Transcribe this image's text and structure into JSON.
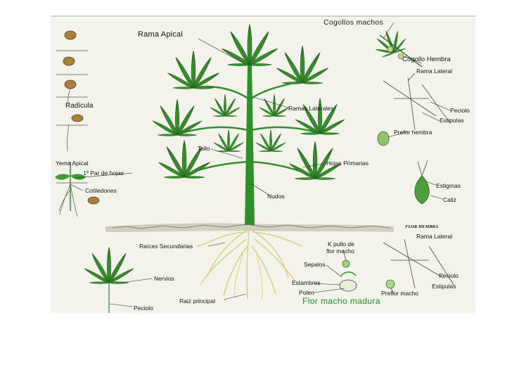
{
  "labels": {
    "rama_apical": "Rama Apical",
    "cogollos_machos": "Cogollos machos",
    "cogollo_hembra": "Cogollo Hembra",
    "rama_lateral_1": "Rama Lateral",
    "radicula": "Radícula",
    "ramas_laterales": "Ramas Laterales",
    "peciolo_1": "Peciolo",
    "estipulas_1": "Estipulas",
    "prefor_hembra": "Prefor hembra",
    "tallo": "Tallo",
    "yema_apical": "Yema Apical",
    "par_de_hojas": "1º Par de hojas",
    "hojas_primarias": "Hojas Primarias",
    "estigmas": "Estigmas",
    "cotiledones": "Cotiledones",
    "nudos": "Nudos",
    "caliz": "Caliz",
    "flor_hembra": "FLOR HEMBRA",
    "rama_lateral_2": "Rama Lateral",
    "raices_secundarias": "Raíces Secundarias",
    "k_pullo": "K pullo de",
    "flor_macho_sub": "flor macho",
    "sepalos": "Sepalos",
    "nervios": "Nervios",
    "peciolo_2": "Peciolo",
    "estambres": "Estambres",
    "estipulas_2": "Estipulas",
    "polen": "Polen",
    "preflor_macho": "Preflor macho",
    "raiz_principal": "Raiz principal",
    "peciolo_3": "Peciolo",
    "flor_macho_madura": "Flor macho madura"
  },
  "colors": {
    "leaf": "#3f9a34",
    "leaf_dark": "#1f5f1a",
    "stem": "#2f8f2a",
    "root": "#d9cf8a",
    "soil": "#c9c6b8",
    "seed": "#a8803a",
    "label_green": "#1f8a2a"
  }
}
